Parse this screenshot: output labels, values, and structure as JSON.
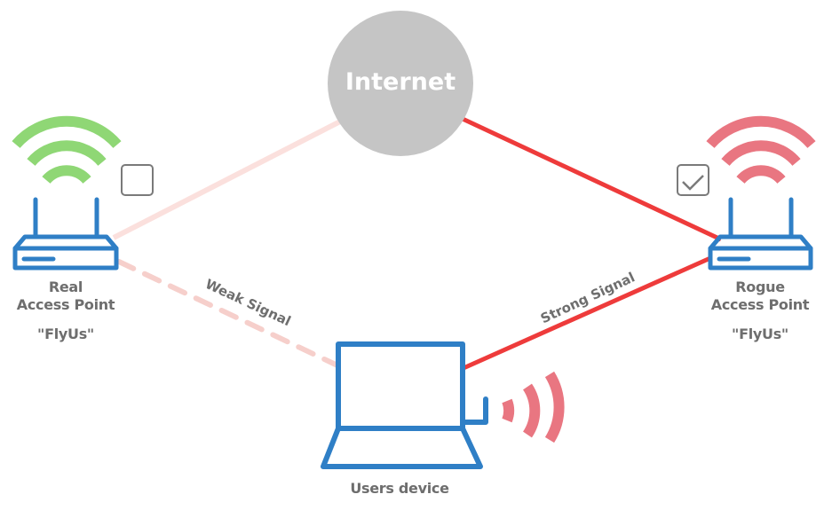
{
  "colors": {
    "device_blue": "#2f7fc6",
    "strong_red": "#ee3b3b",
    "weak_pink": "#fbe0dd",
    "weak_dash": "#f6cfcb",
    "real_wifi_green": "#8fd775",
    "rogue_wifi_pink": "#e97681",
    "internet_gray": "#c5c5c5",
    "label_gray": "#6e6e6e"
  },
  "internet": {
    "label": "Internet"
  },
  "real_ap": {
    "title_line1": "Real",
    "title_line2": "Access Point",
    "ssid": "\"FlyUs\"",
    "wifi_icon": "wifi-icon-green",
    "selected": false
  },
  "rogue_ap": {
    "title_line1": "Rogue",
    "title_line2": "Access Point",
    "ssid": "\"FlyUs\"",
    "wifi_icon": "wifi-icon-pink",
    "selected": true
  },
  "user_device": {
    "label": "Users device"
  },
  "links": {
    "weak": "Weak Signal",
    "strong": "Strong Signal"
  }
}
